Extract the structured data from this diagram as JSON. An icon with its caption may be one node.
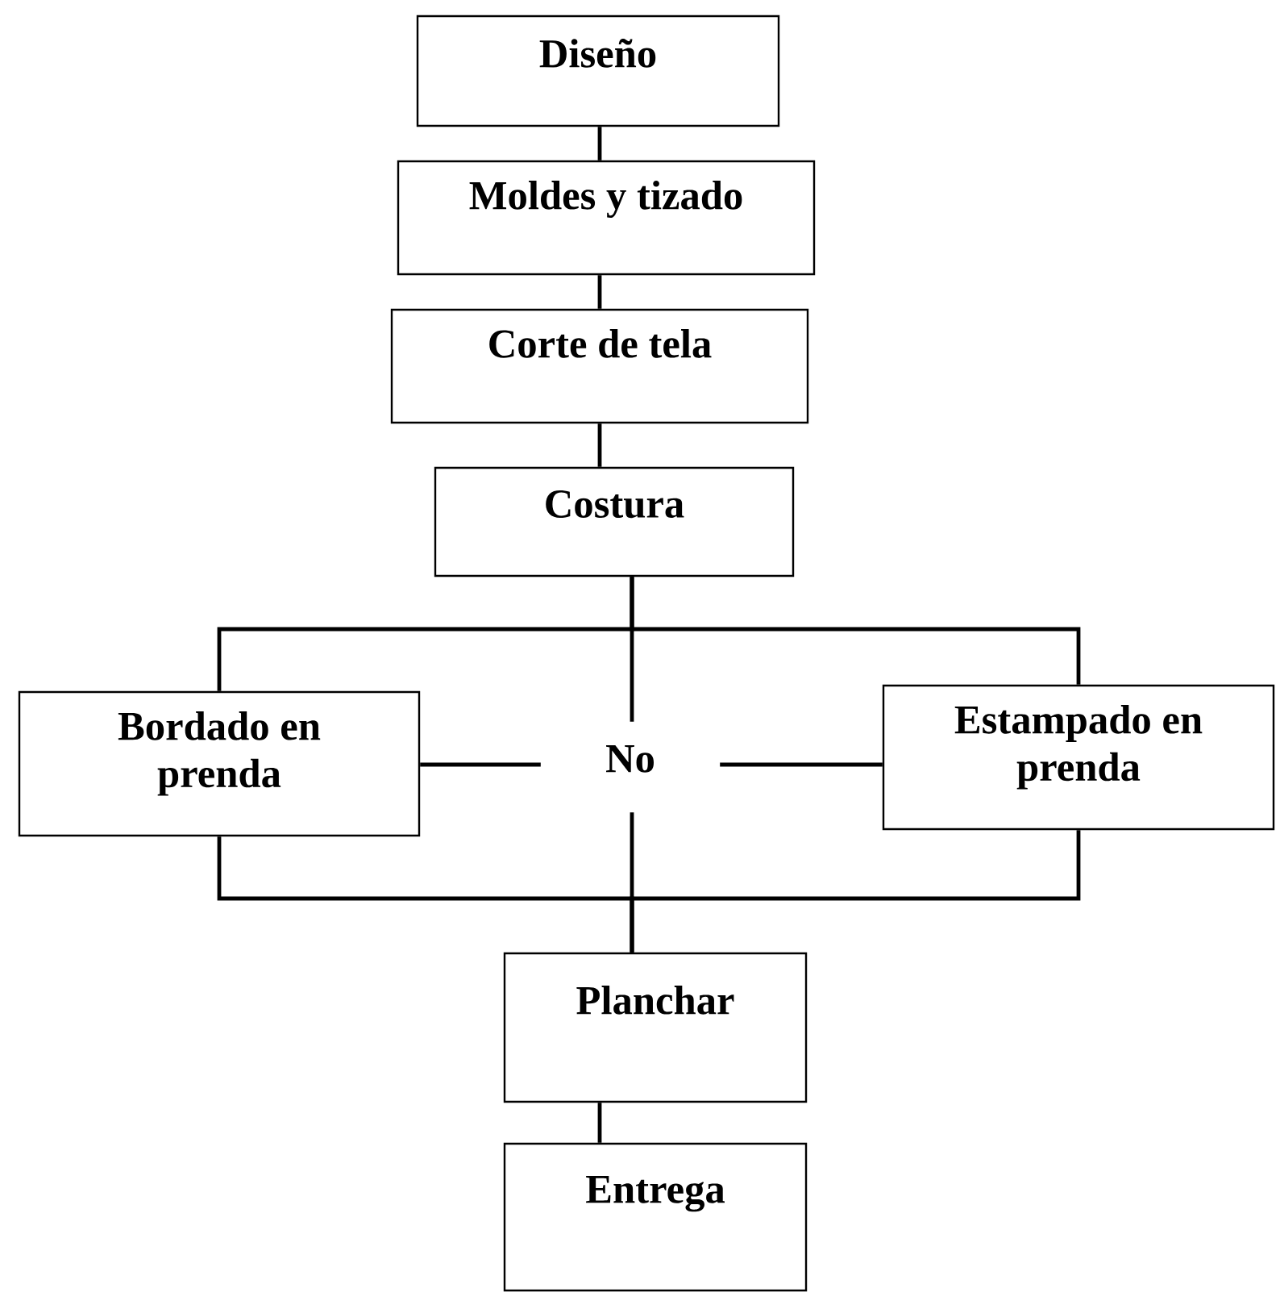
{
  "diagram": {
    "nodes": [
      {
        "text": [
          "Diseño"
        ]
      },
      {
        "text": [
          "Moldes y tizado"
        ]
      },
      {
        "text": [
          "Corte de tela"
        ]
      },
      {
        "text": [
          "Costura"
        ]
      },
      {
        "text": [
          "Bordado en prenda"
        ]
      },
      {
        "text": [
          "No"
        ]
      },
      {
        "text": [
          "Estampado en prenda"
        ]
      },
      {
        "text": [
          "Planchar"
        ]
      },
      {
        "text": [
          "Entrega"
        ]
      }
    ],
    "edges": [
      {
        "from": 0,
        "to": 1,
        "arrow": "none"
      },
      {
        "from": 1,
        "to": 2,
        "arrow": "none"
      },
      {
        "from": 2,
        "to": 3,
        "arrow": "none"
      },
      {
        "from": 3,
        "to": 4,
        "arrow": "none"
      },
      {
        "from": 3,
        "to": 5,
        "arrow": "none"
      },
      {
        "from": 3,
        "to": 6,
        "arrow": "none"
      },
      {
        "from": 4,
        "to": 5,
        "arrow": "none"
      },
      {
        "from": 5,
        "to": 6,
        "arrow": "none"
      },
      {
        "from": 4,
        "to": 7,
        "arrow": "none"
      },
      {
        "from": 5,
        "to": 7,
        "arrow": "none"
      },
      {
        "from": 6,
        "to": 7,
        "arrow": "none"
      },
      {
        "from": 7,
        "to": 8,
        "arrow": "none"
      }
    ]
  }
}
